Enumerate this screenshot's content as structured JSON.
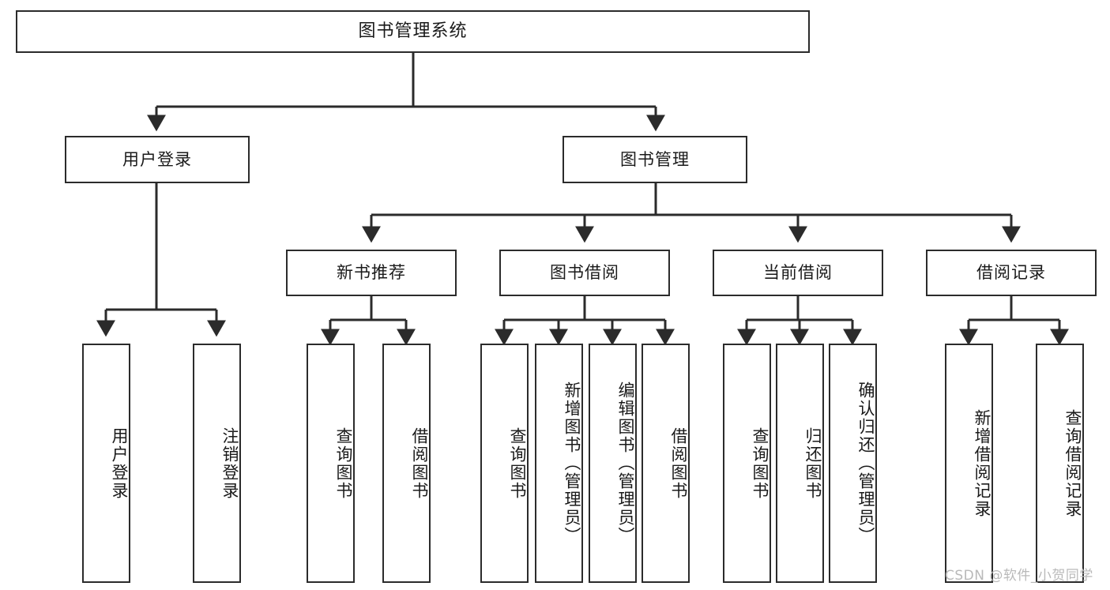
{
  "diagram": {
    "type": "tree",
    "title": "图书管理系统",
    "watermark": "CSDN @软件_小贺同学",
    "colors": {
      "box_border": "#2b2b2b",
      "box_fill": "#ffffff",
      "connector": "#2b2b2b",
      "text": "#1a1a1a",
      "watermark": "#b9b9b9",
      "background": "#ffffff"
    },
    "nodes": {
      "root": {
        "label": "图书管理系统"
      },
      "level2": [
        {
          "id": "user-login",
          "label": "用户登录"
        },
        {
          "id": "book-manage",
          "label": "图书管理"
        }
      ],
      "level3": [
        {
          "id": "new-book-recommend",
          "label": "新书推荐"
        },
        {
          "id": "book-borrow",
          "label": "图书借阅"
        },
        {
          "id": "current-borrow",
          "label": "当前借阅"
        },
        {
          "id": "borrow-record",
          "label": "借阅记录"
        }
      ],
      "leaves": {
        "user_login": [
          {
            "id": "leaf-user-login",
            "label": "用户登录"
          },
          {
            "id": "leaf-logout-login",
            "label": "注销登录"
          }
        ],
        "new_book_recommend": [
          {
            "id": "leaf-query-book-1",
            "label": "查询图书"
          },
          {
            "id": "leaf-borrow-book-1",
            "label": "借阅图书"
          }
        ],
        "book_borrow": [
          {
            "id": "leaf-query-book-2",
            "label": "查询图书"
          },
          {
            "id": "leaf-add-book",
            "label": "新增图书（管理员）"
          },
          {
            "id": "leaf-edit-book",
            "label": "编辑图书（管理员）"
          },
          {
            "id": "leaf-borrow-book-2",
            "label": "借阅图书"
          }
        ],
        "current_borrow": [
          {
            "id": "leaf-query-book-3",
            "label": "查询图书"
          },
          {
            "id": "leaf-return-book",
            "label": "归还图书"
          },
          {
            "id": "leaf-confirm-return",
            "label": "确认归还（管理员）"
          }
        ],
        "borrow_record": [
          {
            "id": "leaf-add-borrow-record",
            "label": "新增借阅记录"
          },
          {
            "id": "leaf-query-borrow-record",
            "label": "查询借阅记录"
          }
        ]
      }
    },
    "edges": [
      {
        "from": "图书管理系统",
        "to": "用户登录"
      },
      {
        "from": "图书管理系统",
        "to": "图书管理"
      },
      {
        "from": "用户登录",
        "to": "用户登录"
      },
      {
        "from": "用户登录",
        "to": "注销登录"
      },
      {
        "from": "图书管理",
        "to": "新书推荐"
      },
      {
        "from": "图书管理",
        "to": "图书借阅"
      },
      {
        "from": "图书管理",
        "to": "当前借阅"
      },
      {
        "from": "图书管理",
        "to": "借阅记录"
      },
      {
        "from": "新书推荐",
        "to": "查询图书"
      },
      {
        "from": "新书推荐",
        "to": "借阅图书"
      },
      {
        "from": "图书借阅",
        "to": "查询图书"
      },
      {
        "from": "图书借阅",
        "to": "新增图书（管理员）"
      },
      {
        "from": "图书借阅",
        "to": "编辑图书（管理员）"
      },
      {
        "from": "图书借阅",
        "to": "借阅图书"
      },
      {
        "from": "当前借阅",
        "to": "查询图书"
      },
      {
        "from": "当前借阅",
        "to": "归还图书"
      },
      {
        "from": "当前借阅",
        "to": "确认归还（管理员）"
      },
      {
        "from": "借阅记录",
        "to": "新增借阅记录"
      },
      {
        "from": "借阅记录",
        "to": "查询借阅记录"
      }
    ]
  }
}
